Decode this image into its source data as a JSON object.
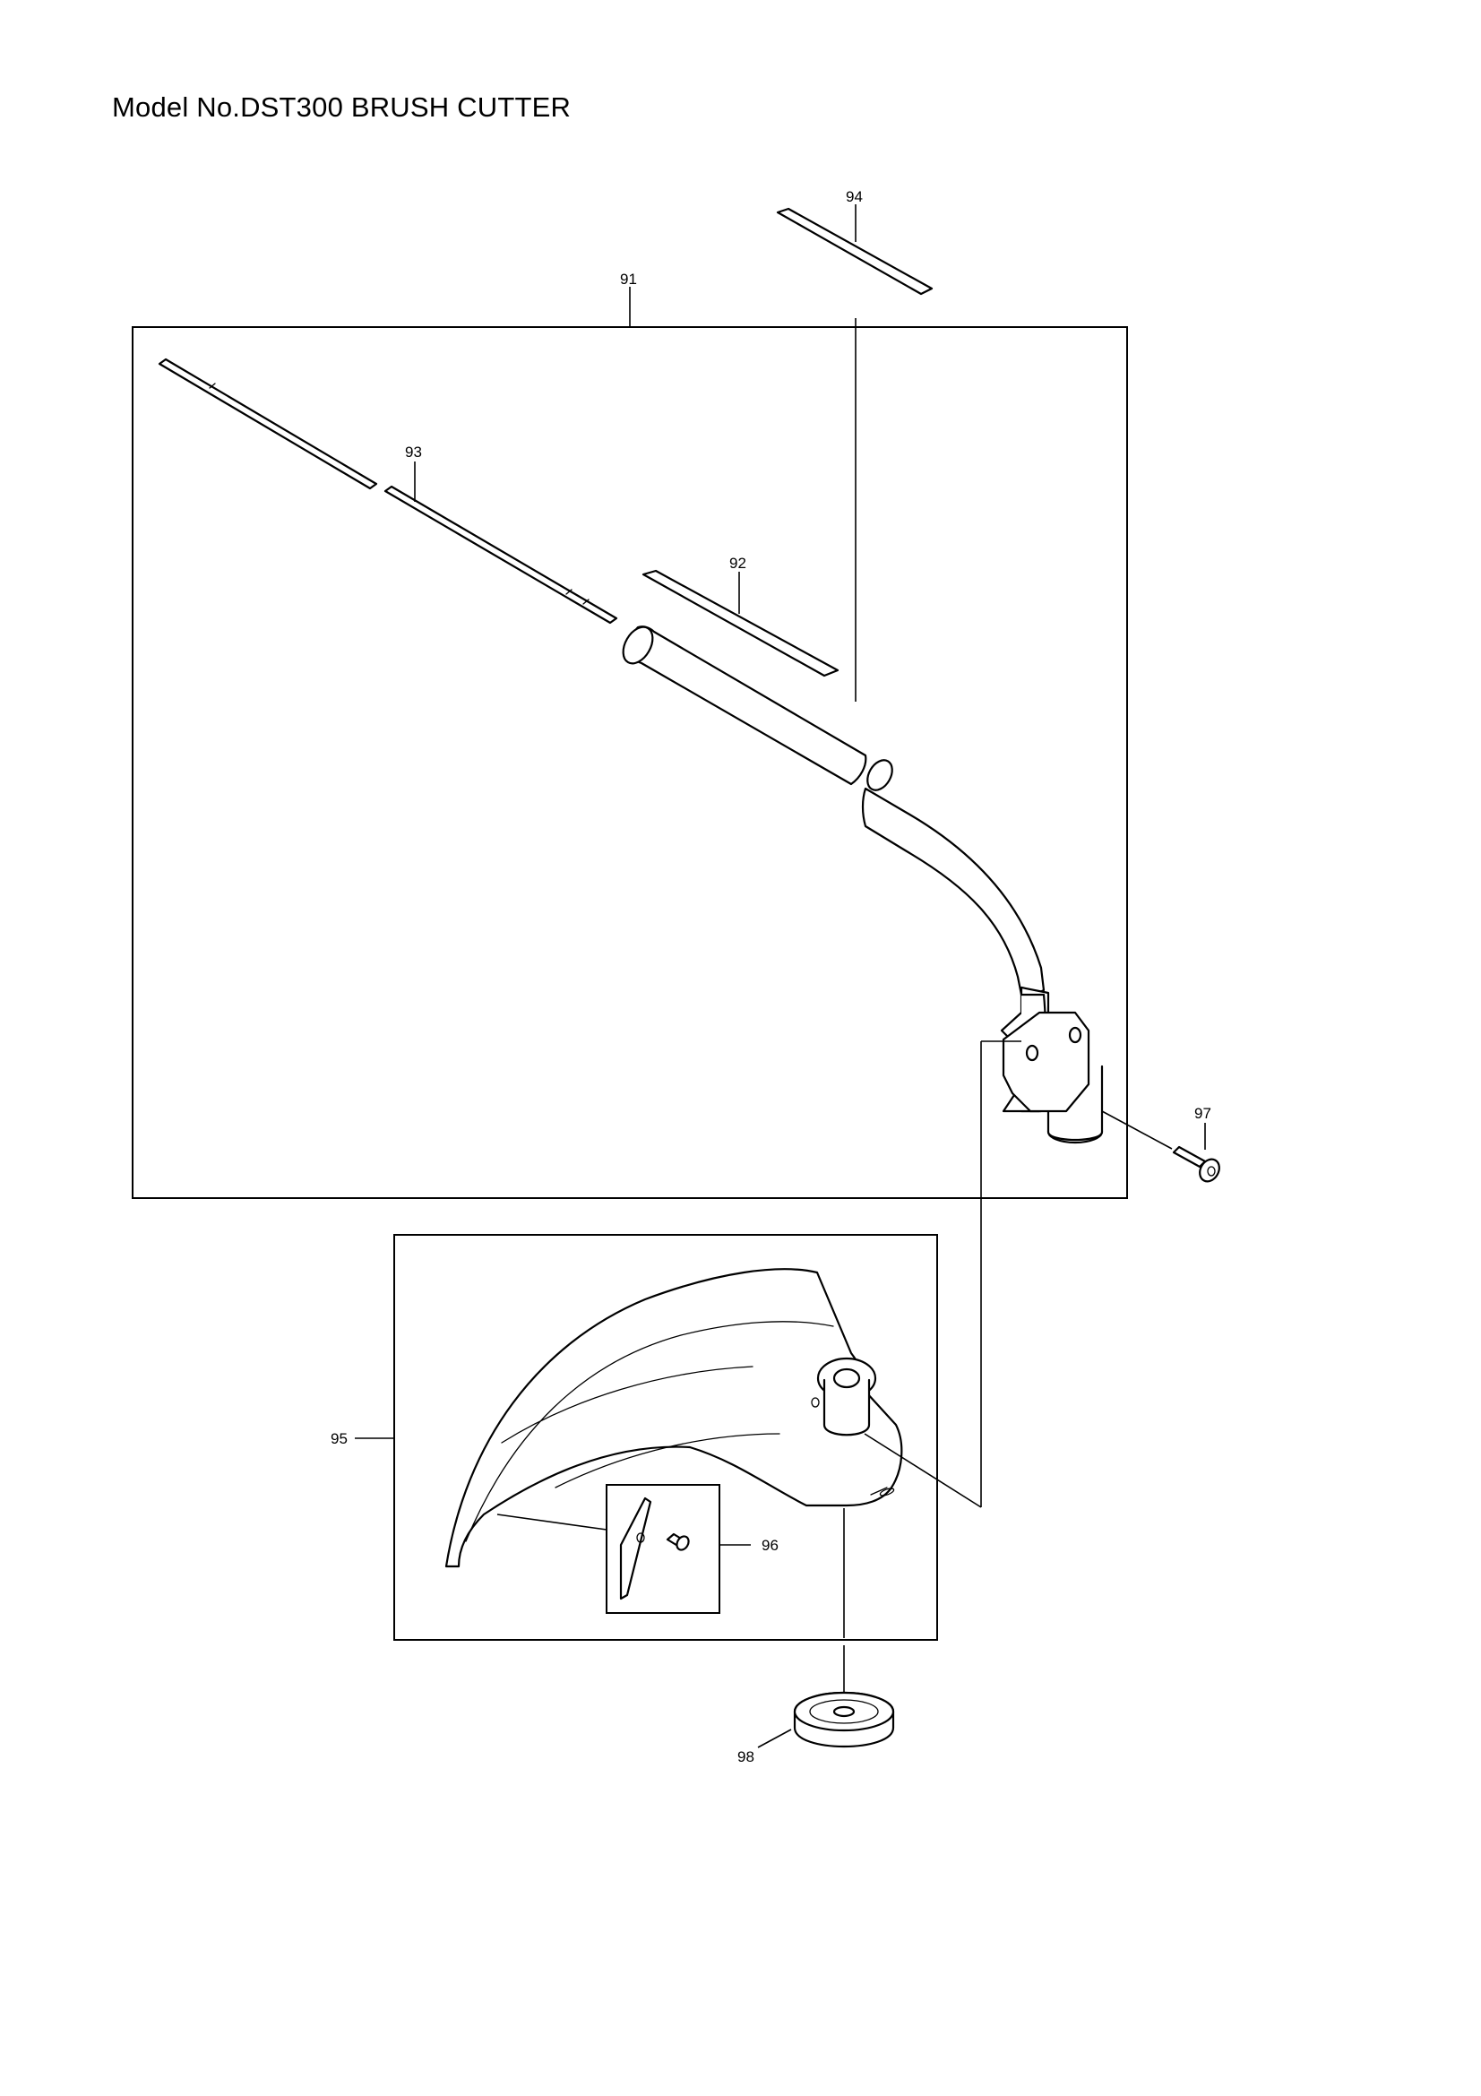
{
  "title": "Model No.DST300 BRUSH CUTTER",
  "callouts": {
    "p91": "91",
    "p92": "92",
    "p93": "93",
    "p94": "94",
    "p95": "95",
    "p96": "96",
    "p97": "97",
    "p98": "98"
  }
}
